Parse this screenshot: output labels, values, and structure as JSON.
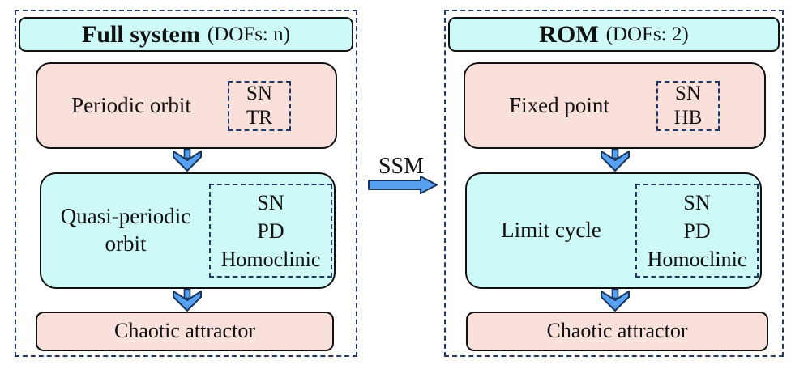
{
  "figure": {
    "connector": {
      "label": "SSM"
    },
    "panels": [
      {
        "title": "Full system",
        "dofs": "(DOFs: n)",
        "nodes": [
          {
            "label": "Periodic orbit",
            "bifurcations": [
              "SN",
              "TR"
            ]
          },
          {
            "label": "Quasi-periodic orbit",
            "bifurcations": [
              "SN",
              "PD",
              "Homoclinic"
            ]
          },
          {
            "label": "Chaotic attractor",
            "bifurcations": []
          }
        ]
      },
      {
        "title": "ROM",
        "dofs": "(DOFs: 2)",
        "nodes": [
          {
            "label": "Fixed point",
            "bifurcations": [
              "SN",
              "HB"
            ]
          },
          {
            "label": "Limit cycle",
            "bifurcations": [
              "SN",
              "PD",
              "Homoclinic"
            ]
          },
          {
            "label": "Chaotic attractor",
            "bifurcations": []
          }
        ]
      }
    ],
    "colors": {
      "cyan_fill": "#CDFAF7",
      "pink_fill": "#FAE0DB",
      "dash_border": "#203864",
      "box_border": "#111111",
      "arrow_fill": "#58A0F0",
      "arrow_stroke": "#17365D"
    }
  }
}
